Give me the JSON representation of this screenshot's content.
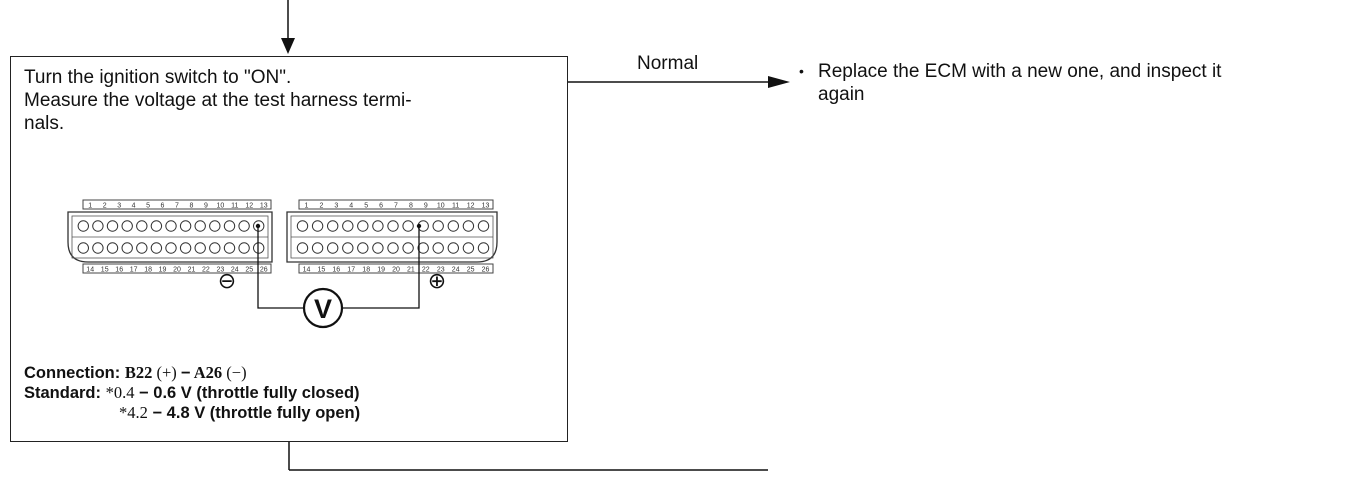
{
  "instructions": {
    "line1": "Turn the ignition switch to \"ON\".",
    "line2": "Measure the voltage at the test harness termi-",
    "line3": "nals."
  },
  "connectors": {
    "a_top_pins": [
      "1",
      "2",
      "3",
      "4",
      "5",
      "6",
      "7",
      "8",
      "9",
      "10",
      "11",
      "12",
      "13"
    ],
    "a_bottom_pins": [
      "14",
      "15",
      "16",
      "17",
      "18",
      "19",
      "20",
      "21",
      "22",
      "23",
      "24",
      "25",
      "26"
    ],
    "b_top_pins": [
      "1",
      "2",
      "3",
      "4",
      "5",
      "6",
      "7",
      "8",
      "9",
      "10",
      "11",
      "12",
      "13"
    ],
    "b_bottom_pins": [
      "14",
      "15",
      "16",
      "17",
      "18",
      "19",
      "20",
      "21",
      "22",
      "23",
      "24",
      "25",
      "26"
    ],
    "negative_symbol": "⊖",
    "positive_symbol": "⊕",
    "voltmeter_label": "V"
  },
  "spec": {
    "connection_label": "Connection: ",
    "connection_b": "B22",
    "connection_plus": " (+) ",
    "connection_dash": "−",
    "connection_a": " A26 ",
    "connection_minus": "(−)",
    "standard_label": "Standard: ",
    "standard_1_star": "*",
    "standard_1_low": "0.4",
    "standard_1_rest": " − 0.6 V (throttle fully closed)",
    "standard_2_star": "*",
    "standard_2_low": "4.2",
    "standard_2_rest": " − 4.8 V (throttle fully open)"
  },
  "branch": {
    "normal_label": "Normal",
    "result_line1": "Replace the ECM with a new one, and inspect it",
    "result_line2": "again",
    "bullet": "•"
  }
}
